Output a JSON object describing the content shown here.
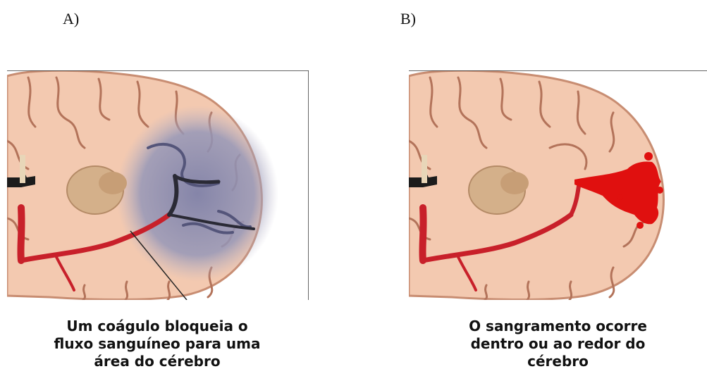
{
  "panels": [
    {
      "label": "A)",
      "caption_lines": [
        "Um coágulo bloqueia o",
        "fluxo sanguíneo para uma",
        "área do cérebro"
      ]
    },
    {
      "label": "B)",
      "caption_lines": [
        "O sangramento ocorre",
        "dentro ou ao redor do",
        "cérebro"
      ]
    }
  ],
  "colors": {
    "brain_tissue": "#f3c9b0",
    "brain_outline": "#c88d72",
    "gyri_lines": "#b3735a",
    "deep_nuclei": "#d4b08a",
    "ventricle": "#1c1c1c",
    "artery": "#c8202a",
    "ischemic_area": "#8d8fb0",
    "clot_vessel": "#2a2a35",
    "hemorrhage": "#e0100f"
  }
}
